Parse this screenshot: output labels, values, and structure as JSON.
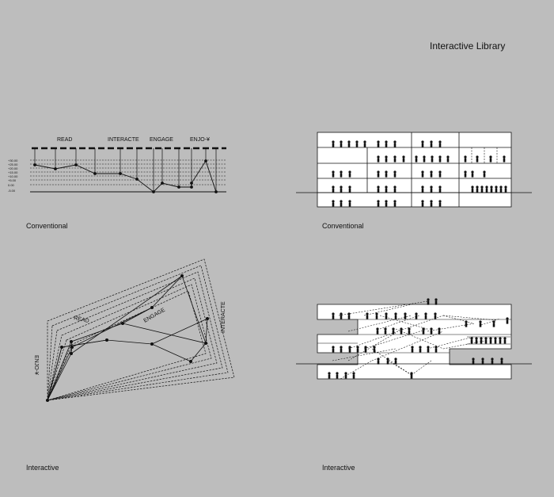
{
  "title": "Interactive Library",
  "captions": {
    "top_left": "Conventional",
    "top_right": "Conventional",
    "bottom_left": "Interactive",
    "bottom_right": "Interactive"
  },
  "conventional_diagram": {
    "stages": [
      "READ",
      "INTERACTE",
      "ENGAGE",
      "ENJO-¥"
    ],
    "tick_labels": [
      "+30.00",
      "+25.00",
      "+20.00",
      "+15.00",
      "+10.00",
      "+5.00",
      "0.00",
      "-5.00"
    ]
  },
  "interactive_diagram": {
    "labels": [
      "READ",
      "ENGAGE",
      "INTERACTE",
      "ENJO-¥"
    ]
  }
}
